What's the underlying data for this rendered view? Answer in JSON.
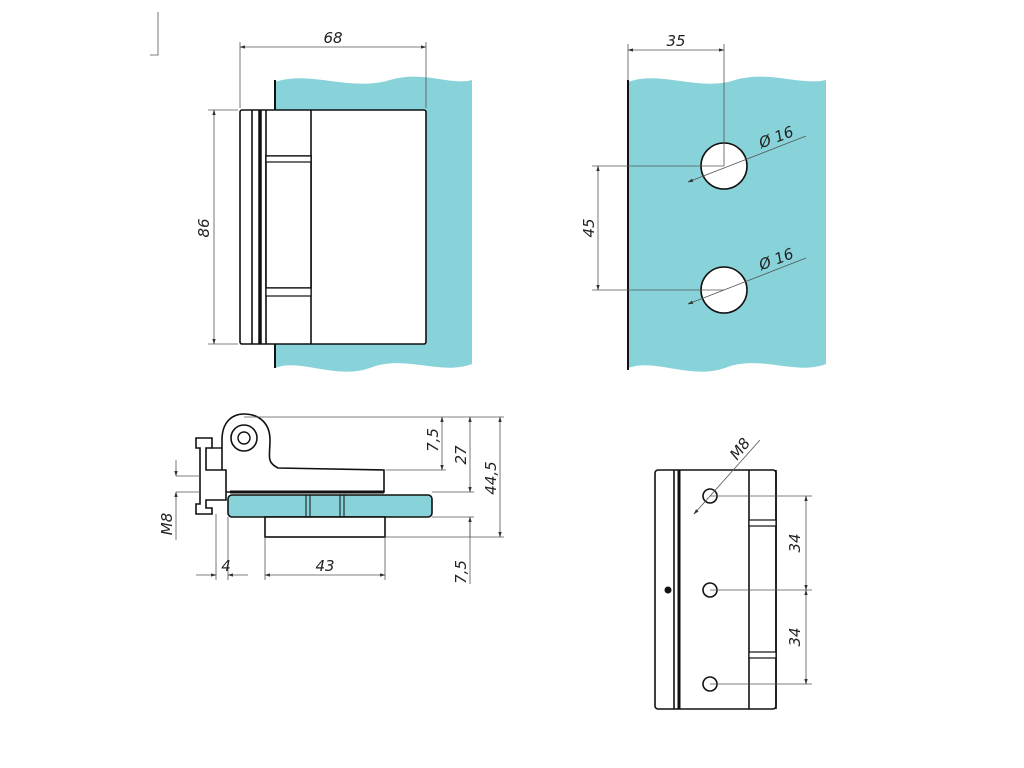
{
  "colors": {
    "glass": "#88d3d9",
    "line": "#111111",
    "dim_line": "#555555",
    "background": "#ffffff"
  },
  "front_view": {
    "width_label": "68",
    "height_label": "86"
  },
  "glass_view": {
    "offset_label": "35",
    "hole_spacing_label": "45",
    "hole_top_label": "Ø 16",
    "hole_bottom_label": "Ø 16"
  },
  "section_view": {
    "thread_label": "M8",
    "offset_label": "4",
    "plate_length_label": "43",
    "top_gap_label": "7,5",
    "inner_height_label": "27",
    "total_height_label": "44,5",
    "bottom_label": "7,5"
  },
  "wall_plate_view": {
    "thread_label": "M8",
    "spacing_top_label": "34",
    "spacing_bottom_label": "34"
  }
}
